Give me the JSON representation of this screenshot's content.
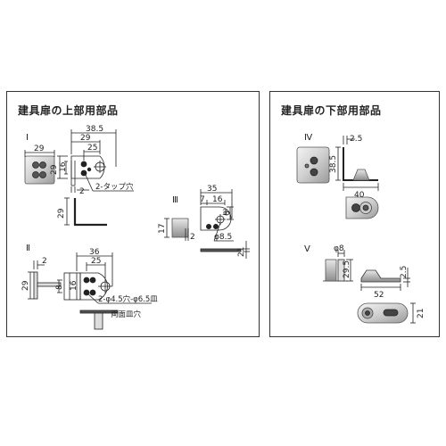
{
  "upper": {
    "title": "建具扉の上部用部品",
    "part1": {
      "label": "Ⅰ",
      "d_385": "38.5",
      "d_29a": "29",
      "d_29b": "29",
      "d_25": "25",
      "d_29c": "29",
      "d_16": "16",
      "d_2": "2",
      "note": "2-タップ穴",
      "d_29d": "29"
    },
    "part2": {
      "label": "Ⅱ",
      "d_2": "2",
      "d_36": "36",
      "d_25": "25",
      "d_29": "29",
      "d_8": "8",
      "d_16": "16",
      "note1": "2-φ4.5穴-φ6.5皿",
      "note2": "両面皿穴"
    },
    "part3": {
      "label": "Ⅲ",
      "d_35": "35",
      "d_7": "7",
      "d_16": "16",
      "d_3": "3",
      "d_6": "6",
      "d_17": "17",
      "d_2": "2",
      "d_phi": "φ8.5",
      "d_21": "21"
    }
  },
  "lower": {
    "title": "建具扉の下部用部品",
    "part4": {
      "label": "Ⅳ",
      "d_25": "2.5",
      "d_385": "38.5",
      "d_40": "40"
    },
    "part5": {
      "label": "Ⅴ",
      "d_phi": "φ8",
      "d_295": "29.5",
      "d_25": "2.5",
      "d_52": "52",
      "d_21": "21"
    }
  }
}
